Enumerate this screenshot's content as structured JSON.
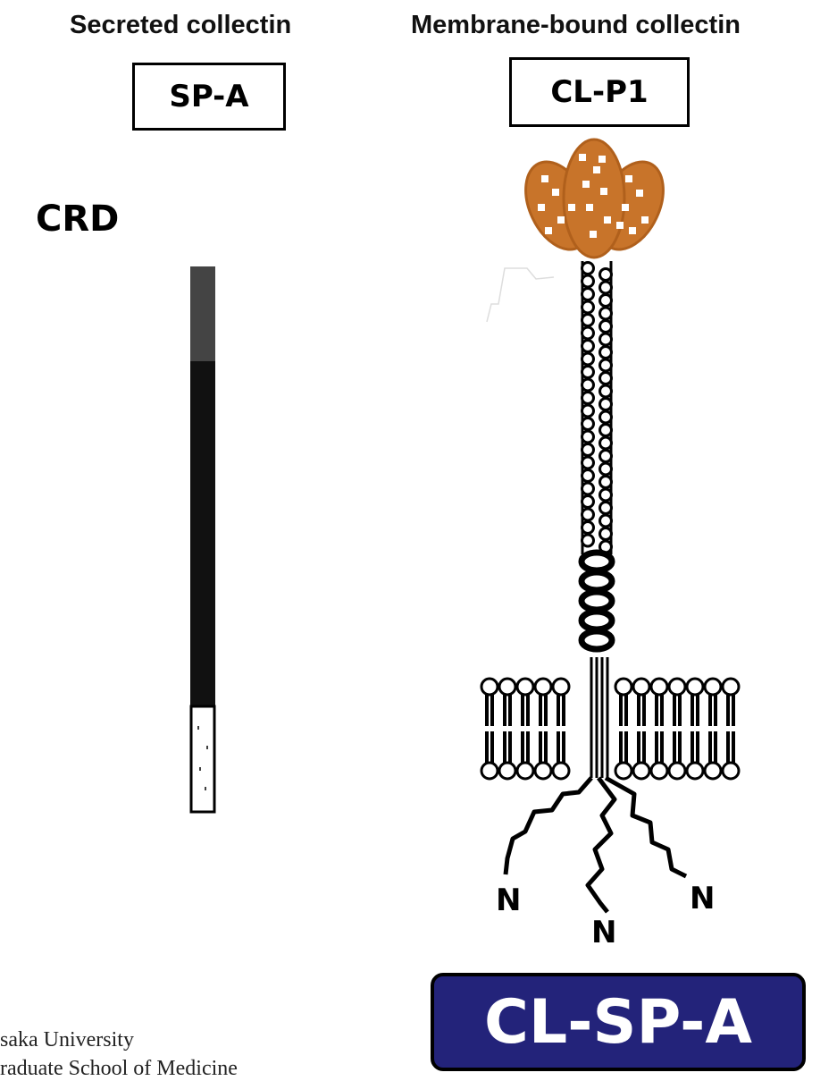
{
  "headings": {
    "secreted": "Secreted collectin",
    "membrane": "Membrane-bound collectin"
  },
  "labels": {
    "left": "SP-A",
    "right": "CL-P1"
  },
  "crd_label": "CRD",
  "n_terminals": [
    "N",
    "N",
    "N"
  ],
  "badge": "CL-SP-A",
  "footer": {
    "line1": "saka University",
    "line2": "raduate School of Medicine"
  },
  "colors": {
    "crd_orange": "#c8742a",
    "badge_bg": "#23237a",
    "rod_dark": "#111111",
    "rod_top": "#444444"
  }
}
